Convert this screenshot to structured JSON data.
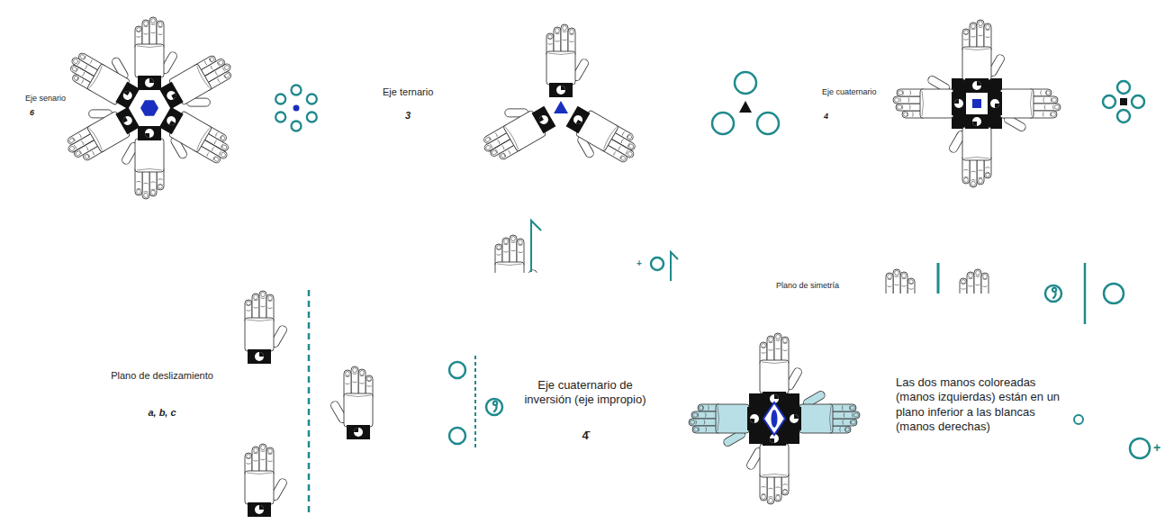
{
  "diagram": {
    "labels": [
      "Eje senario",
      "6",
      "Eje ternario",
      "3",
      "Eje cuaternario",
      "4",
      "Plano de simetría",
      "Plano de deslizamiento",
      "a, b, c",
      "Eje cuaternario de inversión (eje impropio)",
      "4̄",
      "Las dos manos coloreadas (manos izquierdas) están en un plano inferior a las blancas (manos derechas)",
      "+",
      "+"
    ]
  }
}
